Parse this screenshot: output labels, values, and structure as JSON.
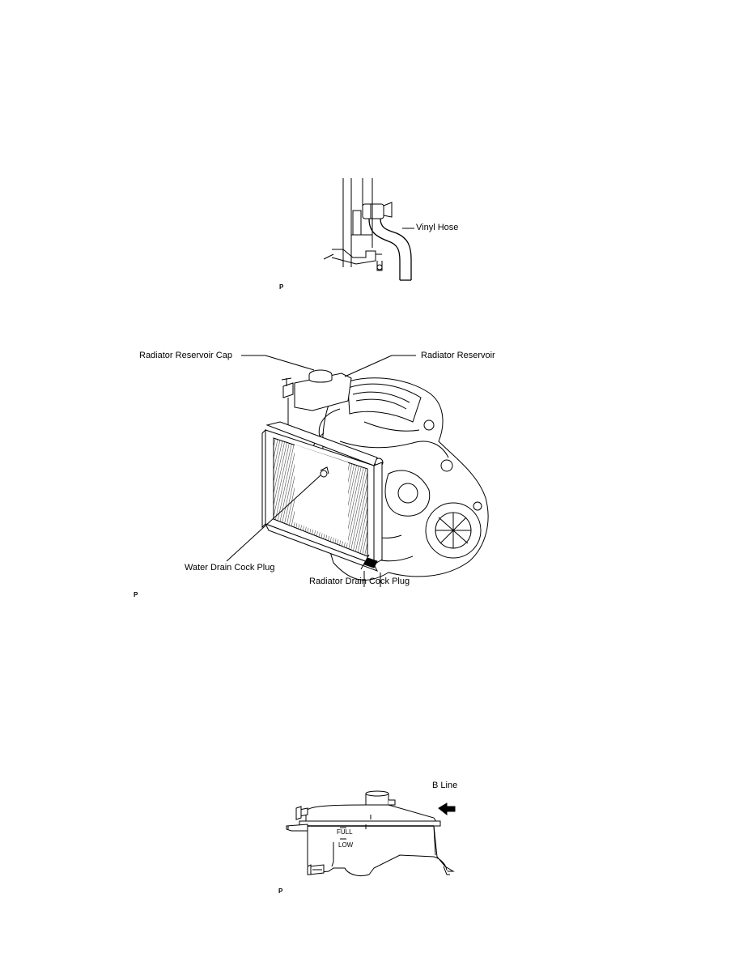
{
  "figures": [
    {
      "name": "vinyl-hose-figure",
      "labels": {
        "vinyl_hose": "Vinyl Hose"
      },
      "code": "P"
    },
    {
      "name": "engine-radiator-figure",
      "labels": {
        "reservoir_cap": "Radiator Reservoir Cap",
        "reservoir": "Radiator Reservoir",
        "water_drain": "Water Drain Cock Plug",
        "radiator_drain": "Radiator Drain Cock Plug"
      },
      "code": "P"
    },
    {
      "name": "reservoir-level-figure",
      "labels": {
        "b_line": "B Line",
        "full": "FULL",
        "low": "LOW"
      },
      "code": "P"
    }
  ]
}
